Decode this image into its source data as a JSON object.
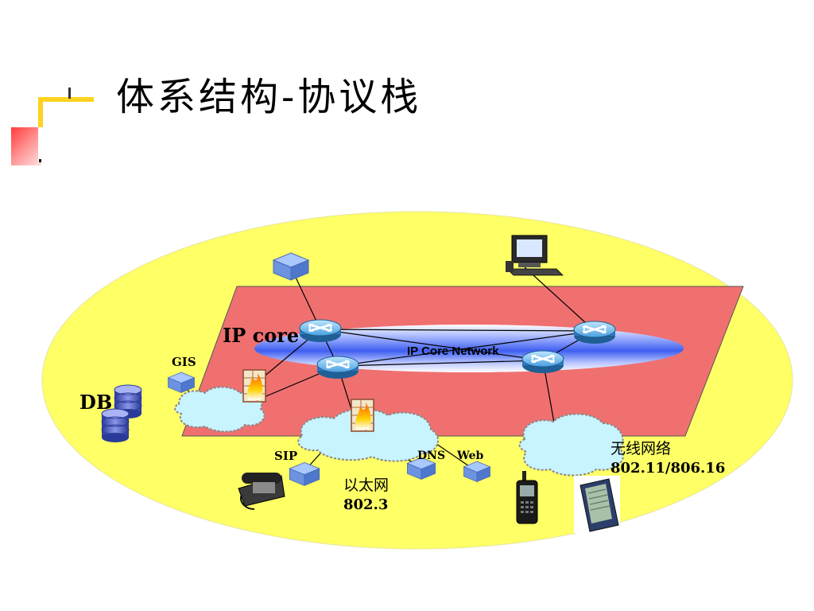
{
  "slide": {
    "title": "体系结构-协议栈"
  },
  "diagram": {
    "ip_core_label": "IP core",
    "core_network_label": "IP Core Network",
    "gis_label": "GIS",
    "db_label": "DB",
    "sip_label": "SIP",
    "dns_label": "DNS",
    "web_label": "Web",
    "ethernet_label": "以太网",
    "ethernet_std": "802.3",
    "wireless_label": "无线网络",
    "wireless_std": "802.11/806.16"
  },
  "colors": {
    "outer_ellipse": "#ffff66",
    "core_plane": "#f07070",
    "core_ellipse": "#4a6cf0",
    "cloud": "#c8f4ff",
    "router": "#3f8fd0",
    "accent_yellow": "#ffd21f",
    "accent_red": "#ff3b3b"
  }
}
